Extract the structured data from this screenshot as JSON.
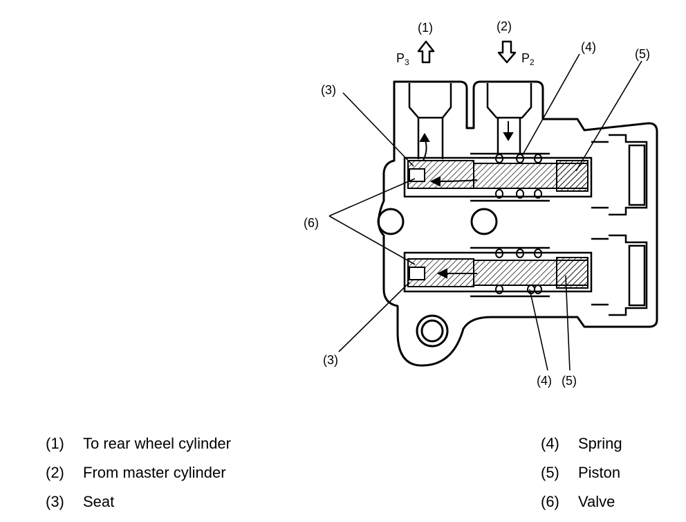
{
  "callouts": {
    "top_1": "(1)",
    "top_2": "(2)",
    "top_4": "(4)",
    "top_5": "(5)",
    "left_3_upper": "(3)",
    "left_6": "(6)",
    "left_3_lower": "(3)",
    "bottom_4": "(4)",
    "bottom_5": "(5)"
  },
  "pressure_labels": {
    "p3": {
      "letter": "P",
      "sub": "3"
    },
    "p2": {
      "letter": "P",
      "sub": "2"
    }
  },
  "legend": [
    {
      "num": "(1)",
      "text": "To rear wheel cylinder"
    },
    {
      "num": "(2)",
      "text": "From master cylinder"
    },
    {
      "num": "(3)",
      "text": "Seat"
    },
    {
      "num": "(4)",
      "text": "Spring"
    },
    {
      "num": "(5)",
      "text": "Piston"
    },
    {
      "num": "(6)",
      "text": "Valve"
    }
  ]
}
